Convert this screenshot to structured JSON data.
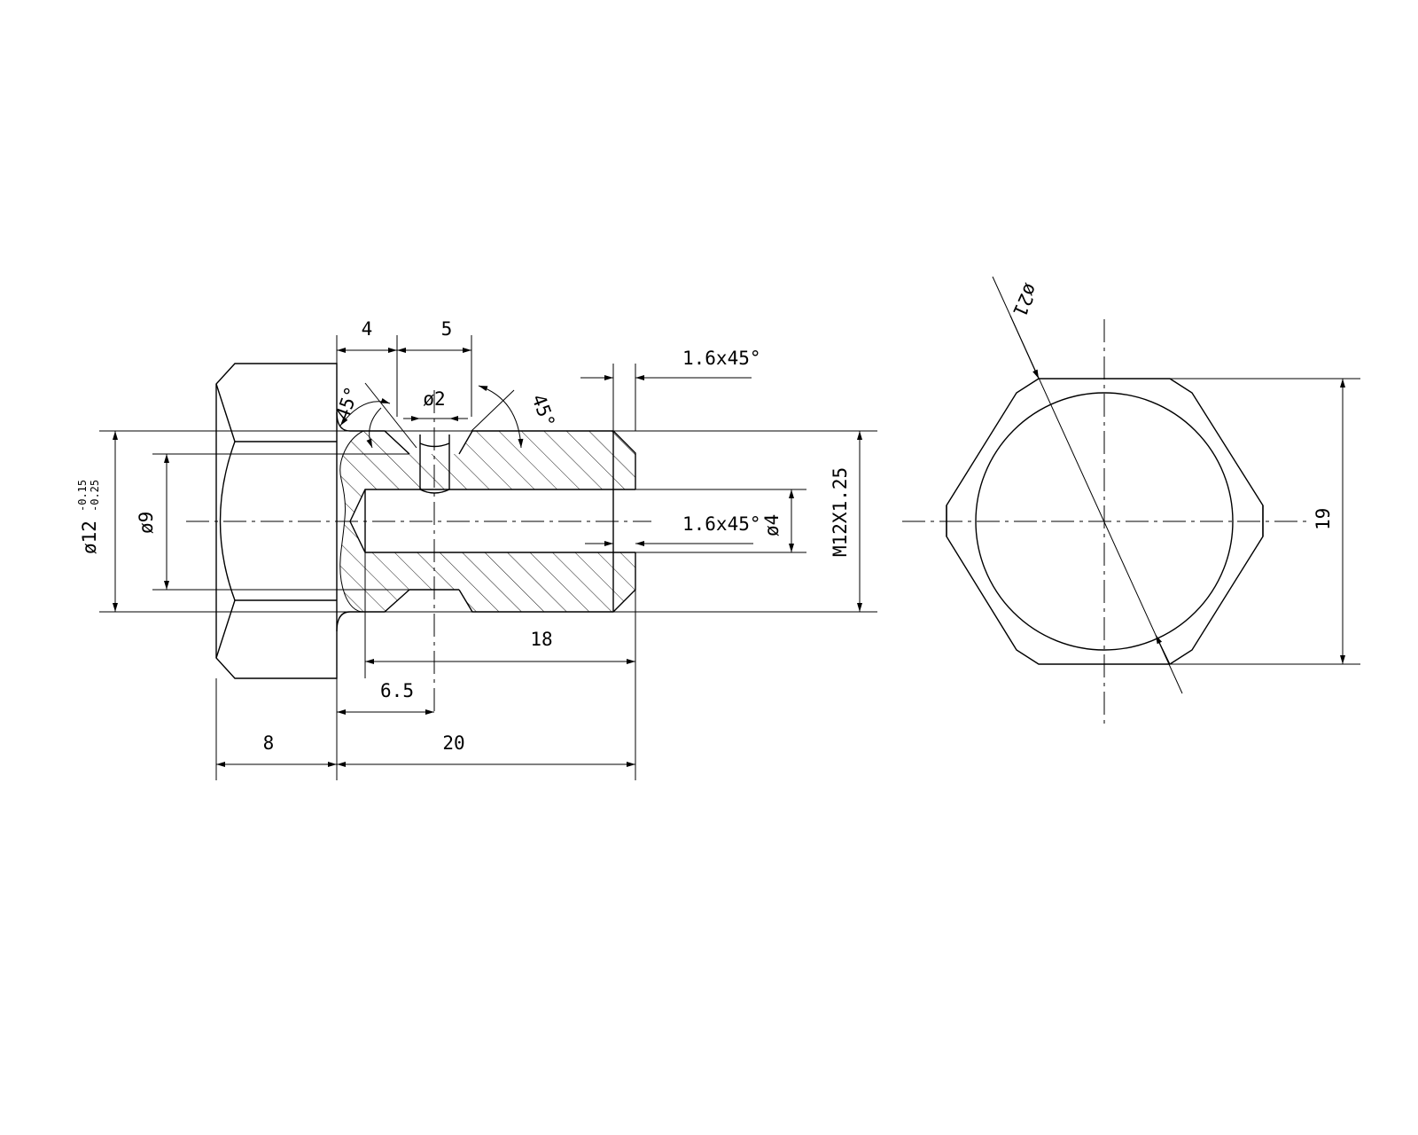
{
  "dimensions": {
    "d_4": "4",
    "d_5": "5",
    "chamfer_top": "1.6x45°",
    "angle_left": "45°",
    "angle_right": "45°",
    "dia_2": "ø2",
    "dia_12_tol": "ø12",
    "tol_upper": "-0.15",
    "tol_lower": "-0.25",
    "dia_9": "ø9",
    "chamfer_inner": "1.6x45°",
    "dia_4": "ø4",
    "thread": "M12X1.25",
    "d_18": "18",
    "d_6_5": "6.5",
    "d_8": "8",
    "d_20": "20",
    "dia_21": "ø21",
    "d_19": "19"
  }
}
